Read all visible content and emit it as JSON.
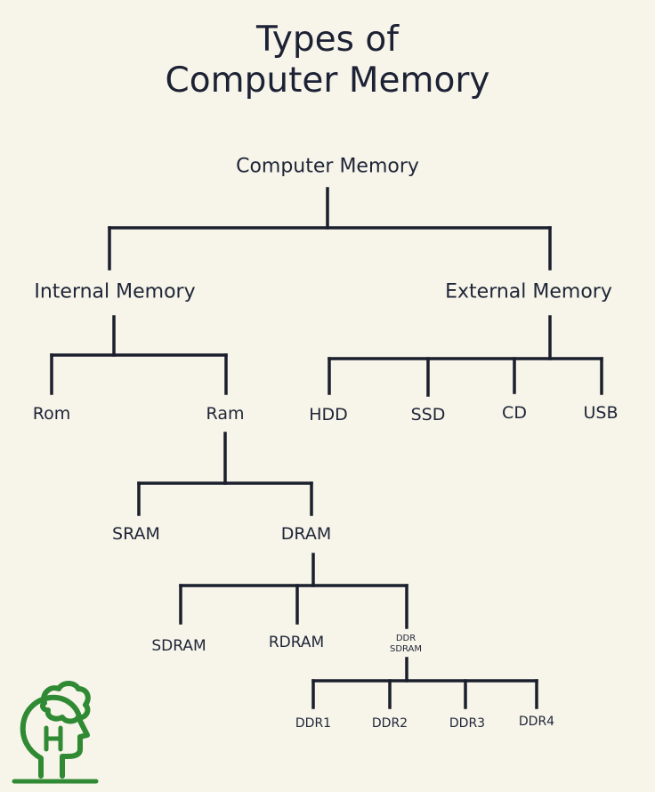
{
  "title": "Types of\nComputer Memory",
  "nodes": {
    "root": "Computer Memory",
    "internal": "Internal Memory",
    "external": "External Memory",
    "rom": "Rom",
    "ram": "Ram",
    "hdd": "HDD",
    "ssd": "SSD",
    "cd": "CD",
    "usb": "USB",
    "sram": "SRAM",
    "dram": "DRAM",
    "sdram": "SDRAM",
    "rdram": "RDRAM",
    "ddr_sdram": "DDR\nSDRAM",
    "ddr1": "DDR1",
    "ddr2": "DDR2",
    "ddr3": "DDR3",
    "ddr4": "DDR4"
  },
  "colors": {
    "background": "#f7f4ea",
    "line": "#1a1f2c",
    "logo": "#2f8a33"
  },
  "logo_icon": "head-with-brain-icon"
}
